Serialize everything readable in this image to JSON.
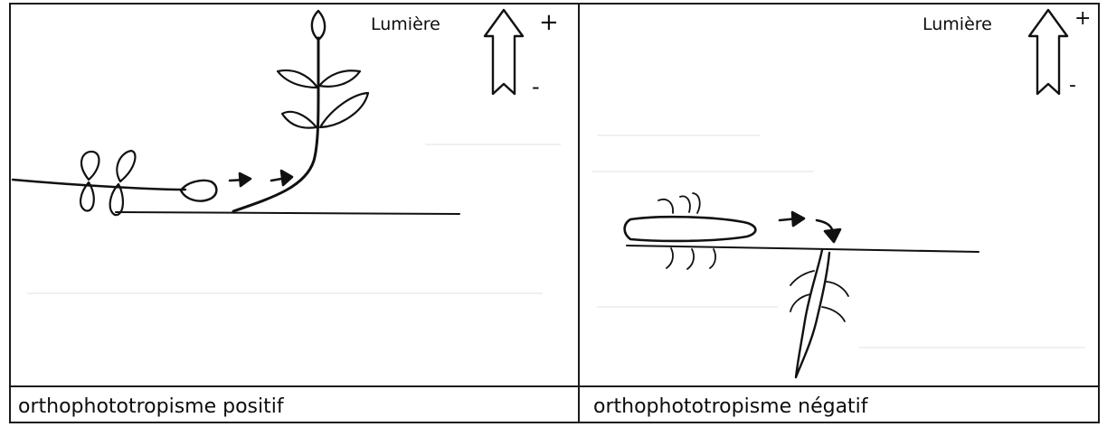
{
  "panels": [
    {
      "light_label": "Lumière",
      "plus_sign": "+",
      "minus_sign": "-",
      "caption": "orthophototropisme positif"
    },
    {
      "light_label": "Lumière",
      "plus_sign": "+",
      "minus_sign": "-",
      "caption": "orthophototropisme négatif"
    }
  ],
  "colors": {
    "ink": "#111111",
    "paper": "#ffffff"
  }
}
